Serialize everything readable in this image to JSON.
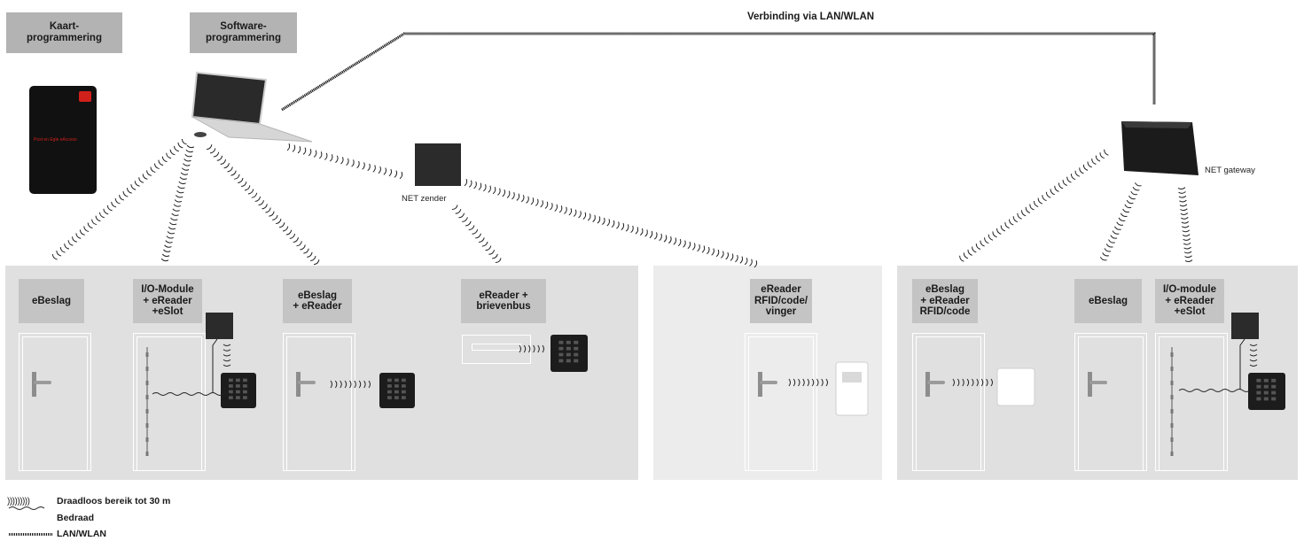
{
  "header": {
    "card_programming": "Kaart-\nprogrammering",
    "software_programming": "Software-\nprogrammering",
    "connection_title": "Verbinding via LAN/WLAN"
  },
  "devices": {
    "card_brand_text": "Post en Egle eAccess",
    "net_zender": "NET zender",
    "net_gateway": "NET gateway"
  },
  "panels": {
    "left": [
      {
        "label": "eBeslag"
      },
      {
        "label": "I/O-Module\n+ eReader\n+eSlot"
      },
      {
        "label": "eBeslag\n+ eReader"
      },
      {
        "label": "eReader +\nbrievenbus"
      }
    ],
    "middle": [
      {
        "label": "eReader\nRFID/code/\nvinger"
      }
    ],
    "right": [
      {
        "label": "eBeslag\n+ eReader\nRFID/code"
      },
      {
        "label": "eBeslag"
      },
      {
        "label": "I/O-module\n+ eReader\n+eSlot"
      }
    ]
  },
  "legend": [
    {
      "symbol": ")))))))))",
      "text": "Draadloos bereik tot 30 m"
    },
    {
      "symbol": "~~~~",
      "text": "Bedraad"
    },
    {
      "symbol": "||||||||||||||||",
      "text": "LAN/WLAN"
    }
  ],
  "colors": {
    "panel": "#e0e0e0",
    "panel_light": "#ececec",
    "label_bg": "#c4c4c4",
    "header_bg": "#b3b3b3",
    "reader": "#1c1c1c",
    "card": "#111111",
    "card_accent": "#d0201a"
  }
}
